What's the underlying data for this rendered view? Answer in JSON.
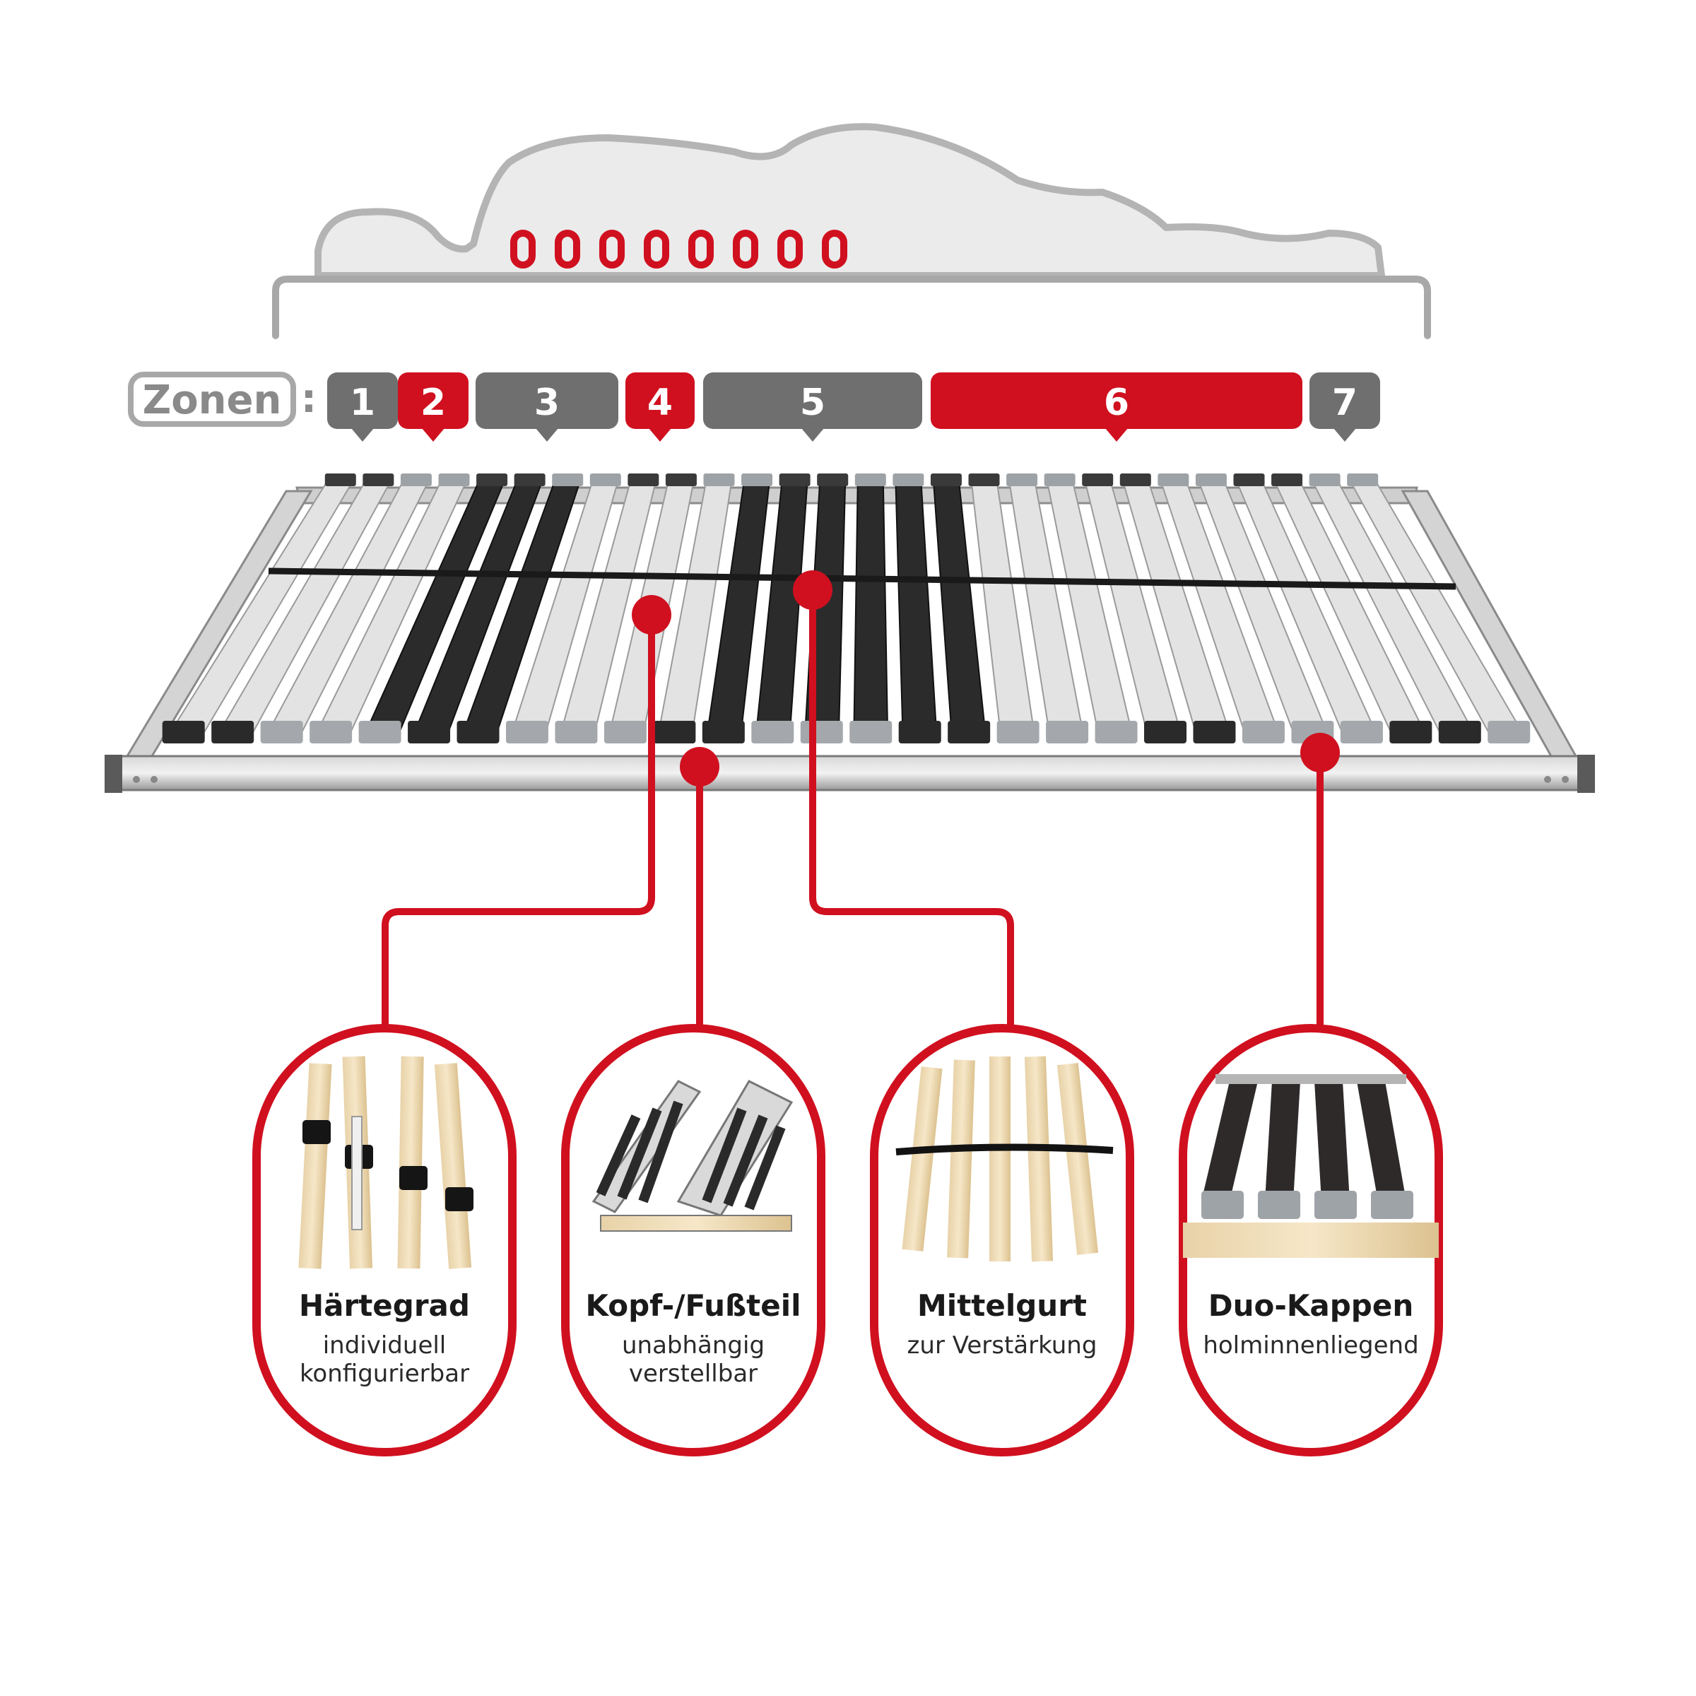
{
  "zones": {
    "label": "Zonen",
    "separator": ":",
    "items": [
      {
        "number": "1",
        "color": "#6f6f6f"
      },
      {
        "number": "2",
        "color": "#d0101f"
      },
      {
        "number": "3",
        "color": "#6f6f6f"
      },
      {
        "number": "4",
        "color": "#d0101f"
      },
      {
        "number": "5",
        "color": "#6f6f6f"
      },
      {
        "number": "6",
        "color": "#d0101f"
      },
      {
        "number": "7",
        "color": "#6f6f6f"
      }
    ]
  },
  "features": [
    {
      "title": "Härtegrad",
      "subtitle_1": "individuell",
      "subtitle_2": "konfigurierbar"
    },
    {
      "title": "Kopf-/Fußteil",
      "subtitle_1": "unabhängig",
      "subtitle_2": "verstellbar"
    },
    {
      "title": "Mittelgurt",
      "subtitle_1": "zur Verstärkung",
      "subtitle_2": ""
    },
    {
      "title": "Duo-Kappen",
      "subtitle_1": "holminnenliegend",
      "subtitle_2": ""
    }
  ],
  "colors": {
    "accent": "#d0101f",
    "grey": "#6f6f6f",
    "outline": "#a8a8a8",
    "body_fill": "#ebebeb"
  }
}
